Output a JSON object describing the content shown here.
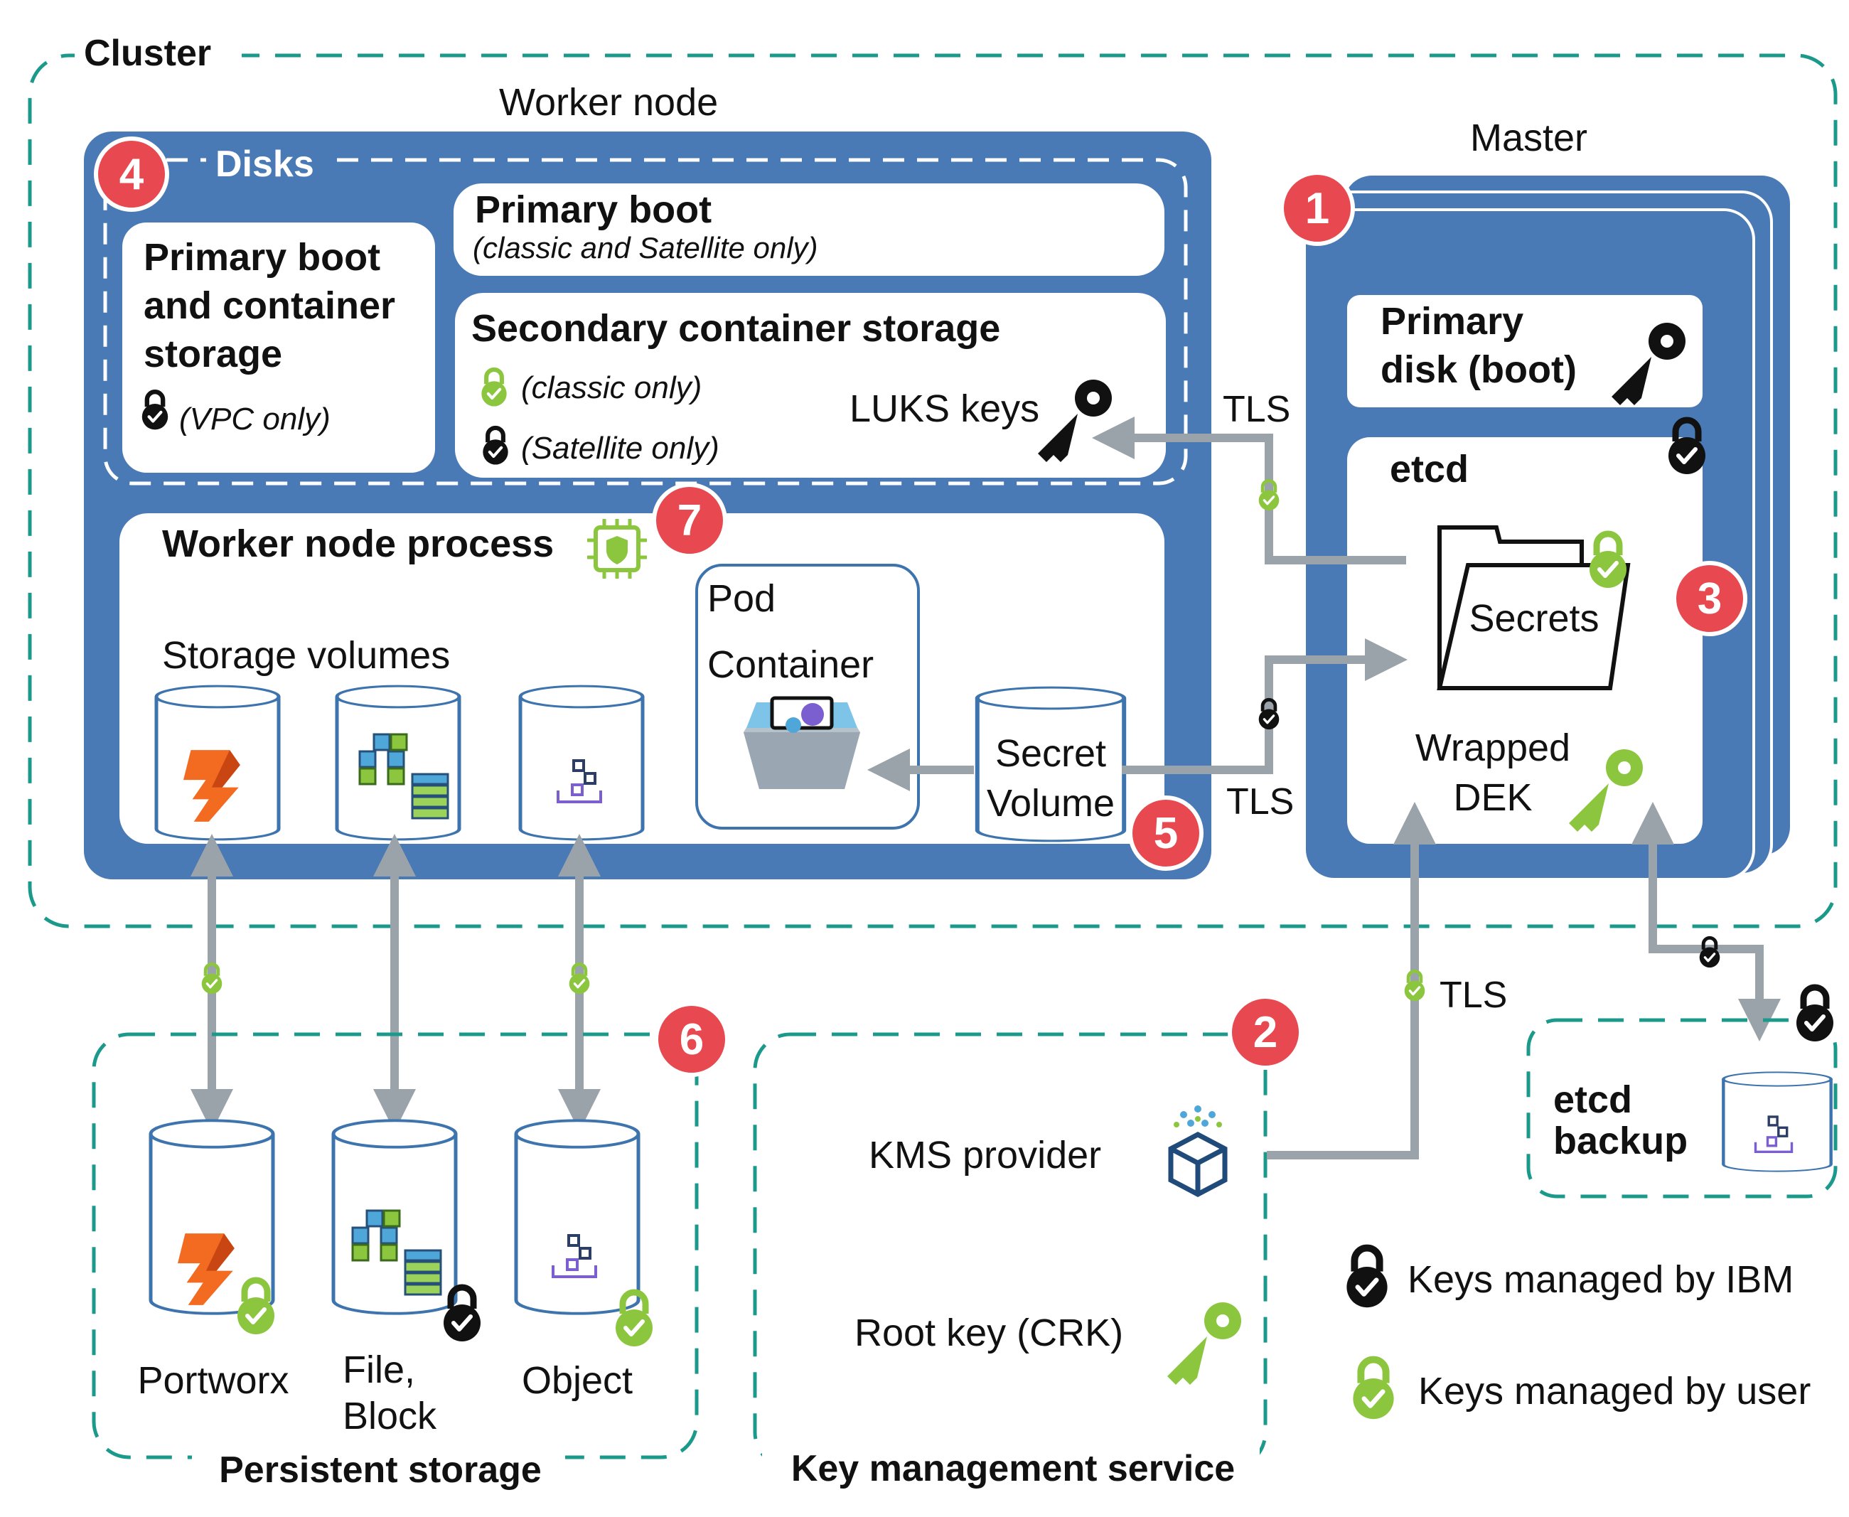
{
  "cluster": {
    "label": "Cluster"
  },
  "worker_node": {
    "label": "Worker node",
    "disks": {
      "label": "Disks",
      "primary_boot_container": {
        "line1": "Primary boot",
        "line2": "and container",
        "line3": "storage",
        "note": "(VPC only)"
      },
      "primary_boot": {
        "title": "Primary boot",
        "note": "(classic and Satellite only)"
      },
      "secondary": {
        "title": "Secondary container storage",
        "note1": "(classic only)",
        "note2": "(Satellite only)",
        "luks": "LUKS keys"
      }
    },
    "process": {
      "label": "Worker node process",
      "storage_volumes": "Storage volumes",
      "pod": "Pod",
      "container": "Container",
      "secret_volume_line1": "Secret",
      "secret_volume_line2": "Volume"
    }
  },
  "master": {
    "label": "Master",
    "primary_disk_line1": "Primary",
    "primary_disk_line2": "disk (boot)",
    "etcd": "etcd",
    "secrets": "Secrets",
    "wrapped_dek_line1": "Wrapped",
    "wrapped_dek_line2": "DEK"
  },
  "tls": {
    "top": "TLS",
    "mid": "TLS",
    "kms": "TLS"
  },
  "badges": {
    "b1": "1",
    "b2": "2",
    "b3": "3",
    "b4": "4",
    "b5": "5",
    "b6": "6",
    "b7": "7"
  },
  "persistent_storage": {
    "label": "Persistent storage",
    "portworx": "Portworx",
    "file_line1": "File,",
    "file_line2": "Block",
    "object": "Object"
  },
  "kms": {
    "label": "Key management service",
    "provider": "KMS provider",
    "root_key": "Root key (CRK)"
  },
  "etcd_backup": {
    "line1": "etcd",
    "line2": "backup"
  },
  "legend": {
    "ibm": "Keys managed by IBM",
    "user": "Keys managed by user"
  },
  "colors": {
    "node_blue": "#4a7ab5",
    "teal_dash": "#1b9a8c",
    "badge_red": "#e8484f",
    "arrow_gray": "#9aa2aa",
    "green": "#8cc63f",
    "black": "#111111"
  }
}
